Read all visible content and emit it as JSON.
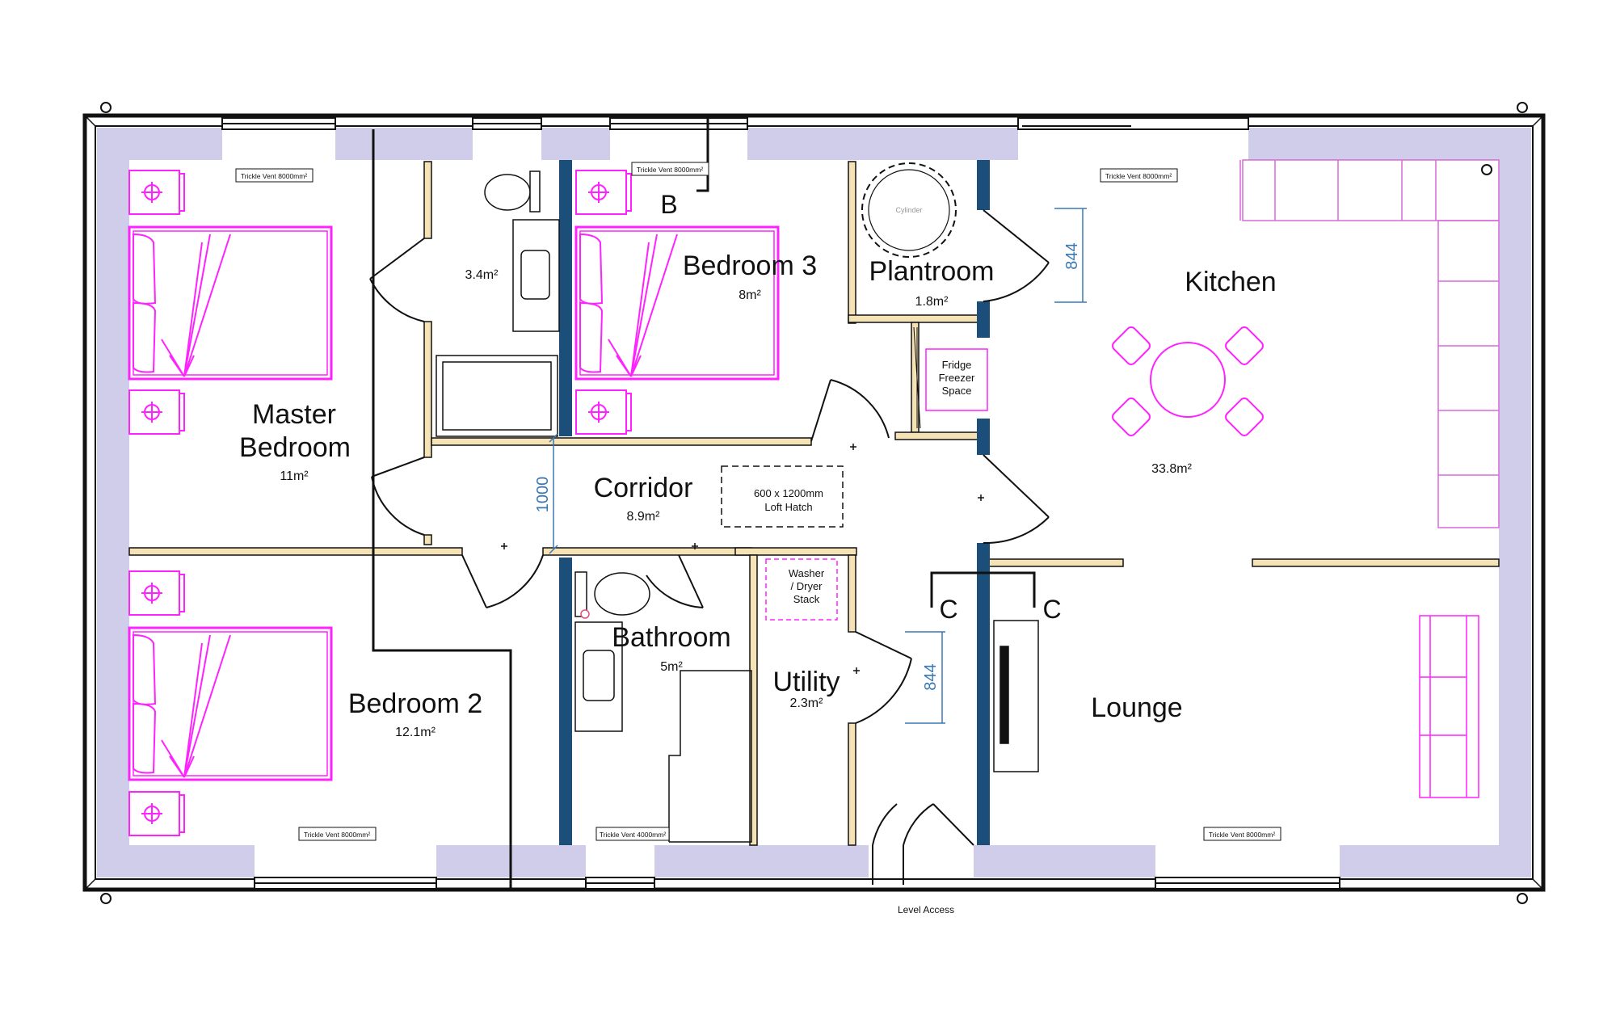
{
  "rooms": {
    "master_bedroom": {
      "name_line1": "Master",
      "name_line2": "Bedroom",
      "area": "11m²"
    },
    "bedroom3": {
      "name": "Bedroom 3",
      "area": "8m²"
    },
    "ensuite": {
      "area": "3.4m²"
    },
    "plantroom": {
      "name": "Plantroom",
      "area": "1.8m²"
    },
    "kitchen": {
      "name": "Kitchen",
      "area": "33.8m²"
    },
    "corridor": {
      "name": "Corridor",
      "area": "8.9m²"
    },
    "bathroom": {
      "name": "Bathroom",
      "area": "5m²"
    },
    "utility": {
      "name": "Utility",
      "area": "2.3m²"
    },
    "bedroom2": {
      "name": "Bedroom 2",
      "area": "12.1m²"
    },
    "lounge": {
      "name": "Lounge"
    }
  },
  "labels": {
    "loft_hatch_line1": "600 x 1200mm",
    "loft_hatch_line2": "Loft Hatch",
    "fridge_line1": "Fridge",
    "fridge_line2": "Freezer",
    "fridge_line3": "Space",
    "washer_line1": "Washer",
    "washer_line2": "/ Dryer",
    "washer_line3": "Stack",
    "cylinder": "Cylinder",
    "level_access": "Level Access",
    "trickle_vent_8000": "Trickle Vent 8000mm²",
    "trickle_vent_4000": "Trickle Vent 4000mm²"
  },
  "dimensions": {
    "plant_door": "844",
    "corridor_width": "1000",
    "utility_door": "844"
  },
  "section_markers": {
    "b": "B",
    "c_left": "C",
    "c_right": "C"
  },
  "colors": {
    "insulation": "#cfcdea",
    "stud_wall": "#f6e3b5",
    "blue_wall": "#1b4f7a",
    "furniture": "#ff22ff",
    "kitchen_units": "#d76ad7",
    "dimension": "#3a78b5"
  }
}
